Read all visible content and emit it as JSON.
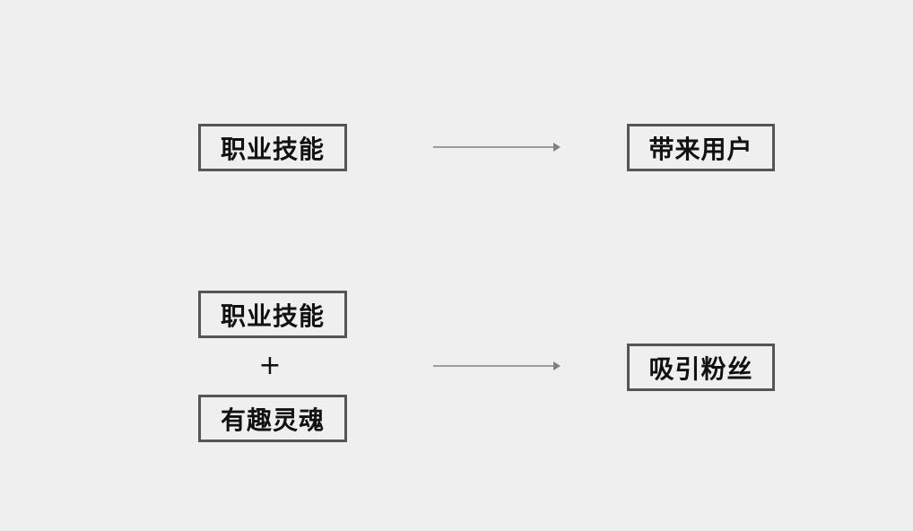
{
  "diagram": {
    "colors": {
      "background": "#efefef",
      "box_border": "#555555",
      "arrow": "#808080",
      "text": "#111111"
    },
    "row1": {
      "source": "职业技能",
      "target": "带来用户"
    },
    "row2": {
      "source_top": "职业技能",
      "operator": "+",
      "source_bottom": "有趣灵魂",
      "target": "吸引粉丝"
    },
    "icons": [
      "arrow-right-icon",
      "plus-icon"
    ]
  }
}
